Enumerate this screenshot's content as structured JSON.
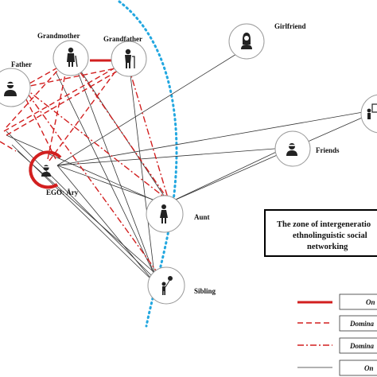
{
  "nodes": {
    "grandmother": {
      "label": "Grandmother",
      "icon": "elderly-woman-cane-icon"
    },
    "grandfather": {
      "label": "Grandfather",
      "icon": "elderly-man-cane-icon"
    },
    "father": {
      "label": "Father",
      "icon": "man-avatar-icon"
    },
    "girlfriend": {
      "label": "Girlfriend",
      "icon": "woman-avatar-icon"
    },
    "presenter": {
      "label": "",
      "icon": "presenter-board-icon"
    },
    "friends": {
      "label": "Friends",
      "icon": "man-avatar-icon"
    },
    "ego": {
      "label": "EGO: Åry",
      "icon": "person-avatar-icon"
    },
    "aunt": {
      "label": "Aunt",
      "icon": "standing-woman-icon"
    },
    "sibling": {
      "label": "Sibling",
      "icon": "child-with-balloon-icon"
    }
  },
  "zone_box": {
    "lines": [
      "The zone of intergeneratio",
      "ethnolinguistic social",
      "networking"
    ]
  },
  "legend": [
    {
      "style": "solid-thick-red",
      "label": "On"
    },
    {
      "style": "dashed-red",
      "label": "Domina"
    },
    {
      "style": "dashdot-red",
      "label": "Domina"
    },
    {
      "style": "solid-thin-black",
      "label": "On"
    }
  ],
  "colors": {
    "red": "#d21f1f",
    "blue_dotted": "#22a7e0",
    "line": "#333333",
    "circle": "#9a9a9a"
  }
}
